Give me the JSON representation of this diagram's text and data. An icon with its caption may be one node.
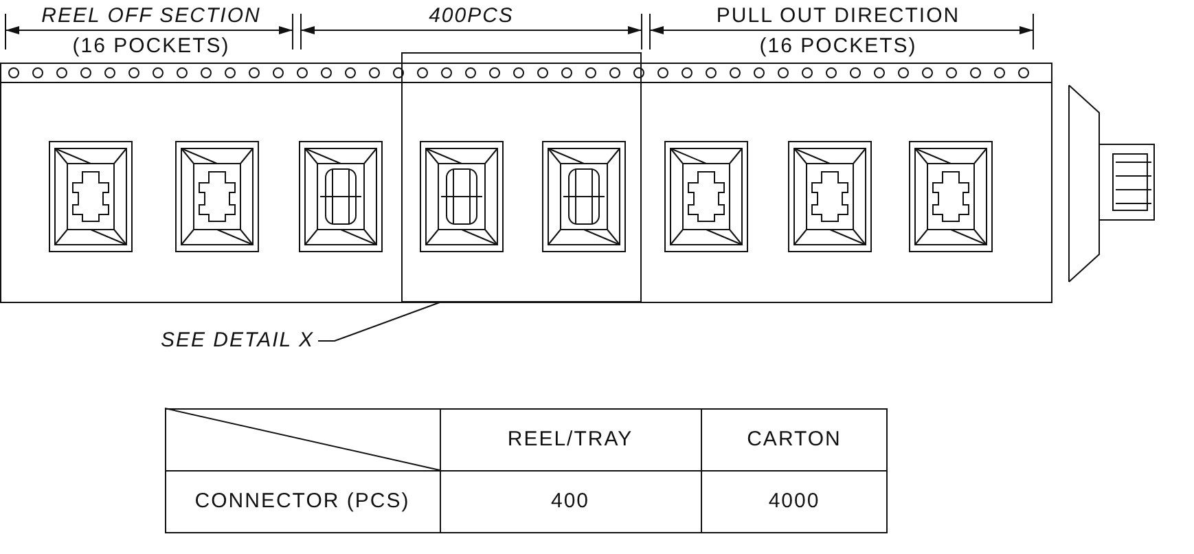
{
  "diagram": {
    "nodes": [
      {
        "text": [
          "SEE DETAIL X"
        ]
      },
      {
        "text": [],
        "shape": "box"
      }
    ],
    "edges": [
      {
        "from": 0,
        "to": 1,
        "arrow": "none"
      }
    ],
    "labels": [
      "REEL OFF SECTION",
      "400PCS",
      "PULL OUT DIRECTION",
      "(16 POCKETS)",
      "(16 POCKETS)",
      "REEL/TRAY",
      "CARTON",
      "CONNECTOR (PCS)",
      "400",
      "4000"
    ]
  }
}
